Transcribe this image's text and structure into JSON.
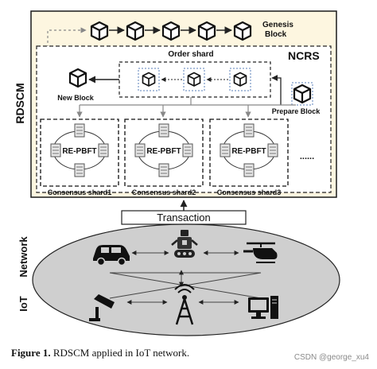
{
  "diagram": {
    "side_labels": {
      "rdscm": "RDSCM",
      "iot_network_line1": "Network",
      "iot_network_line2": "IoT"
    },
    "genesis_block": {
      "line1": "Genesis",
      "line2": "Block"
    },
    "ncrs": "NCRS",
    "order_shard": "Order shard",
    "new_block": "New Block",
    "prepare_block": "Prepare Block",
    "consensus_shards": [
      {
        "label": "Consensus shard1",
        "protocol": "RE-PBFT"
      },
      {
        "label": "Consensus shard2",
        "protocol": "RE-PBFT"
      },
      {
        "label": "Consensus shard3",
        "protocol": "RE-PBFT"
      }
    ],
    "ellipsis": "......",
    "transaction": "Transaction",
    "colors": {
      "rdscm_fill": "#fdf6e0",
      "rdscm_border": "#1a1a1a",
      "ellipse_fill": "#cfcfcf",
      "ncrs_fill": "#ffffff"
    }
  },
  "caption": {
    "label": "Figure 1.",
    "text": " RDSCM applied in IoT network."
  },
  "watermark": "CSDN @george_xu4"
}
